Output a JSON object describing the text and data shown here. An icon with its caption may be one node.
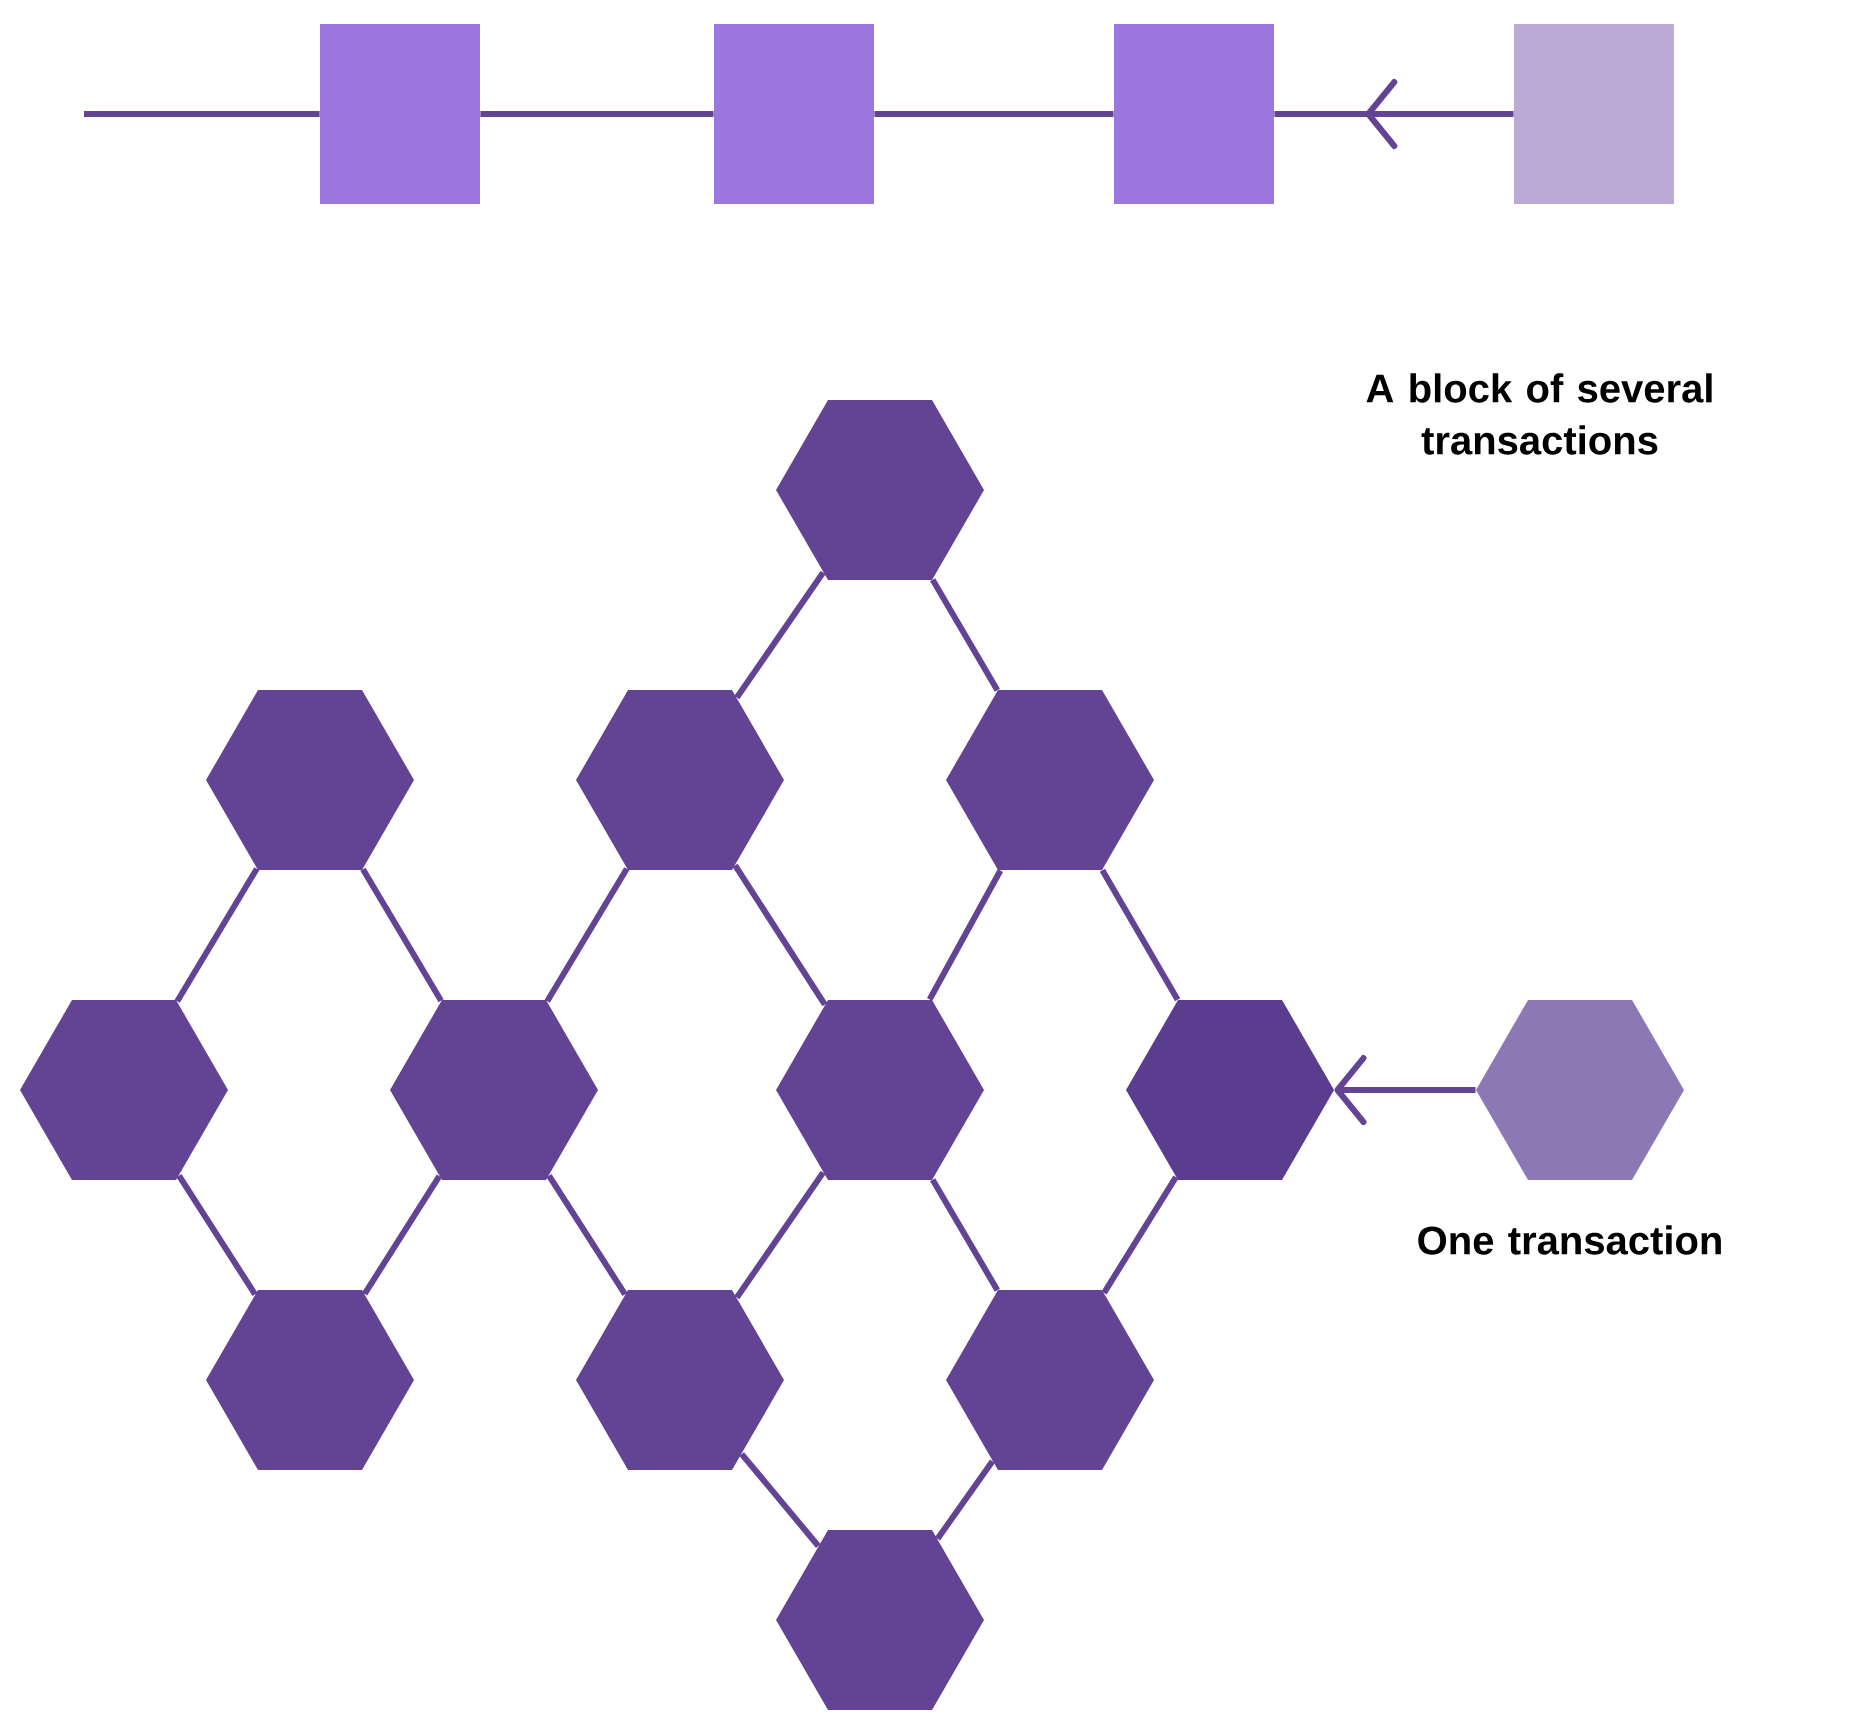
{
  "diagram": {
    "nodes": [
      {
        "text": [],
        "shape": "box"
      },
      {
        "text": [],
        "shape": "box"
      },
      {
        "text": [],
        "shape": "box"
      },
      {
        "text": [],
        "shape": "box"
      },
      {
        "text": [],
        "shape": "hexagon"
      },
      {
        "text": [],
        "shape": "hexagon"
      },
      {
        "text": [],
        "shape": "hexagon"
      },
      {
        "text": [],
        "shape": "hexagon"
      },
      {
        "text": [],
        "shape": "hexagon"
      },
      {
        "text": [],
        "shape": "hexagon"
      },
      {
        "text": [],
        "shape": "hexagon"
      },
      {
        "text": [],
        "shape": "hexagon"
      },
      {
        "text": [],
        "shape": "hexagon",
        "beside": [
          "One transaction"
        ]
      },
      {
        "text": [],
        "shape": "hexagon"
      },
      {
        "text": [],
        "shape": "hexagon"
      },
      {
        "text": [],
        "shape": "hexagon"
      },
      {
        "text": [],
        "shape": "hexagon"
      }
    ],
    "edges": [
      {
        "from": null,
        "to": 0,
        "arrow": "none"
      },
      {
        "from": 0,
        "to": 1,
        "arrow": "none"
      },
      {
        "from": 1,
        "to": 2,
        "arrow": "none"
      },
      {
        "from": 3,
        "to": 2,
        "arrow": "to"
      },
      {
        "from": 4,
        "to": 6,
        "arrow": "none"
      },
      {
        "from": 4,
        "to": 7,
        "arrow": "none"
      },
      {
        "from": 5,
        "to": 8,
        "arrow": "none"
      },
      {
        "from": 5,
        "to": 9,
        "arrow": "none"
      },
      {
        "from": 6,
        "to": 9,
        "arrow": "none"
      },
      {
        "from": 6,
        "to": 10,
        "arrow": "none"
      },
      {
        "from": 7,
        "to": 10,
        "arrow": "none"
      },
      {
        "from": 7,
        "to": 11,
        "arrow": "none"
      },
      {
        "from": 8,
        "to": 13,
        "arrow": "none"
      },
      {
        "from": 9,
        "to": 13,
        "arrow": "none"
      },
      {
        "from": 9,
        "to": 14,
        "arrow": "none"
      },
      {
        "from": 10,
        "to": 14,
        "arrow": "none"
      },
      {
        "from": 10,
        "to": 15,
        "arrow": "none"
      },
      {
        "from": 11,
        "to": 15,
        "arrow": "none"
      },
      {
        "from": 14,
        "to": 16,
        "arrow": "none"
      },
      {
        "from": 15,
        "to": 16,
        "arrow": "none"
      },
      {
        "from": 12,
        "to": 11,
        "arrow": "to"
      }
    ],
    "labels": [
      "A block of several transactions"
    ]
  }
}
